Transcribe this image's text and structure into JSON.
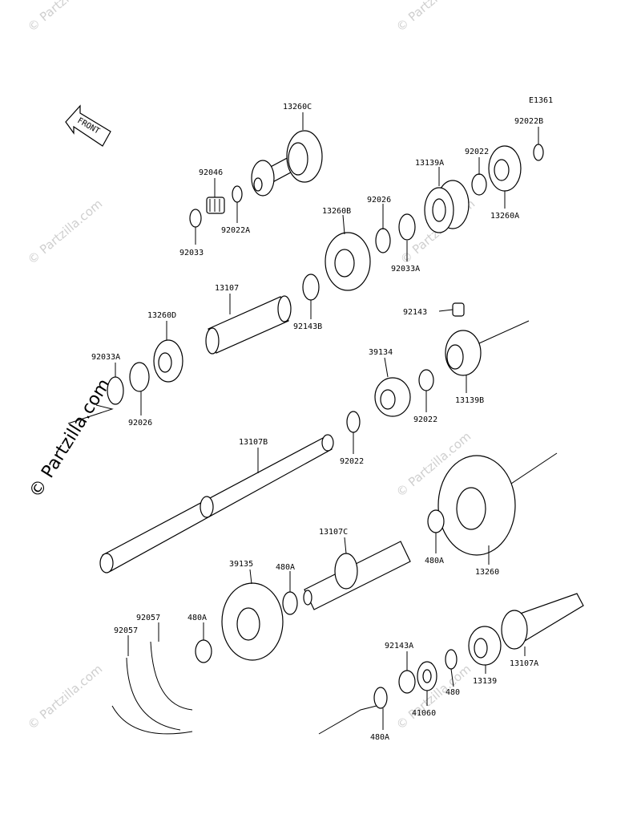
{
  "diagram": {
    "code": "E1361",
    "front_label": "FRONT",
    "watermark_main": "© Partzilla.com",
    "watermark_faint": "© Partzilla.com",
    "labels": {
      "p13260C": "13260C",
      "p92046": "92046",
      "p92022A": "92022A",
      "p92033": "92033",
      "p13260B": "13260B",
      "p92026a": "92026",
      "p92033A_top": "92033A",
      "p13139A": "13139A",
      "p92022_top": "92022",
      "p92022B": "92022B",
      "p13260A": "13260A",
      "p13107": "13107",
      "p92143B": "92143B",
      "p13260D": "13260D",
      "p92033A_left": "92033A",
      "p92026b": "92026",
      "p92143": "92143",
      "p13139B": "13139B",
      "p39134": "39134",
      "p92022_mid": "92022",
      "p92022_low": "92022",
      "p13107B": "13107B",
      "p13260": "13260",
      "p480A_right": "480A",
      "p13107C": "13107C",
      "p39135": "39135",
      "p480A_mid": "480A",
      "p92057a": "92057",
      "p92057b": "92057",
      "p480A_left": "480A",
      "p92143A": "92143A",
      "p41060": "41060",
      "p480": "480",
      "p13139": "13139",
      "p13107A": "13107A",
      "p480A_bottom": "480A"
    }
  }
}
